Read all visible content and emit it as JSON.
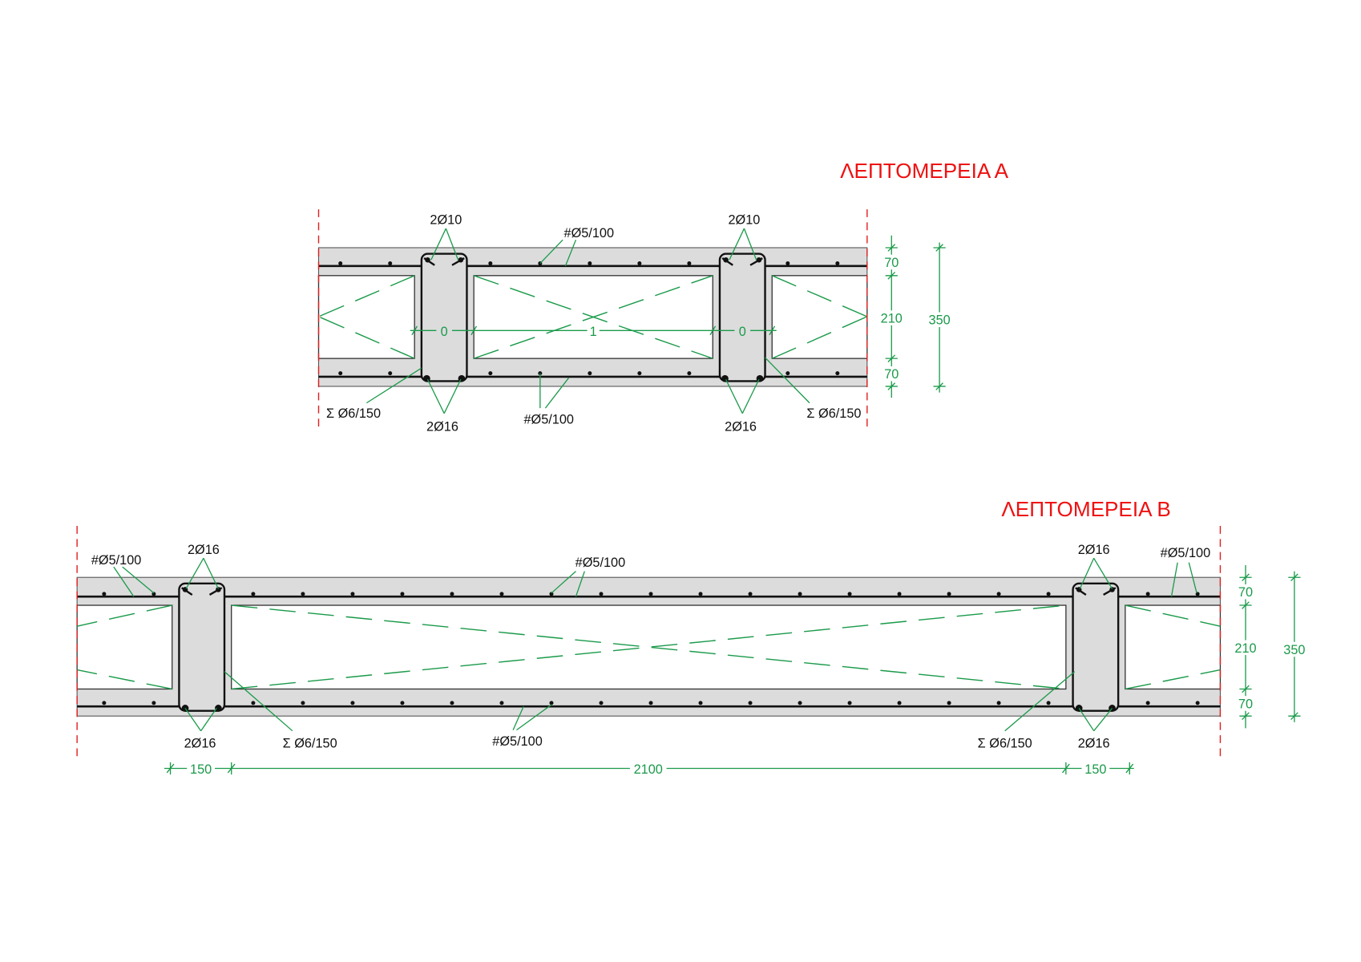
{
  "detail_a": {
    "title": "ΛΕΠΤΟΜΕΡΕΙΑ  Α",
    "rib_top_bars": "2Ø10",
    "rib_bottom_bars": "2Ø16",
    "mesh_top": "#Ø5/100",
    "mesh_bottom": "#Ø5/100",
    "stirrups": "Σ Ø6/150",
    "dims_vertical": [
      "70",
      "210",
      "70"
    ],
    "dim_total": "350",
    "dims_horizontal": [
      "0",
      "1",
      "0"
    ]
  },
  "detail_b": {
    "title": "ΛΕΠΤΟΜΕΡΕΙΑ  Β",
    "rib_top_bars": "2Ø16",
    "rib_bottom_bars": "2Ø16",
    "mesh_top": "#Ø5/100",
    "mesh_bottom": "#Ø5/100",
    "stirrups": "Σ Ø6/150",
    "dims_vertical": [
      "70",
      "210",
      "70"
    ],
    "dim_total": "350",
    "dims_horizontal": [
      "150",
      "2100",
      "150"
    ]
  },
  "colors": {
    "title": "#ee1111",
    "dimension": "#1a9a4a",
    "concrete": "#dcdcdc"
  }
}
